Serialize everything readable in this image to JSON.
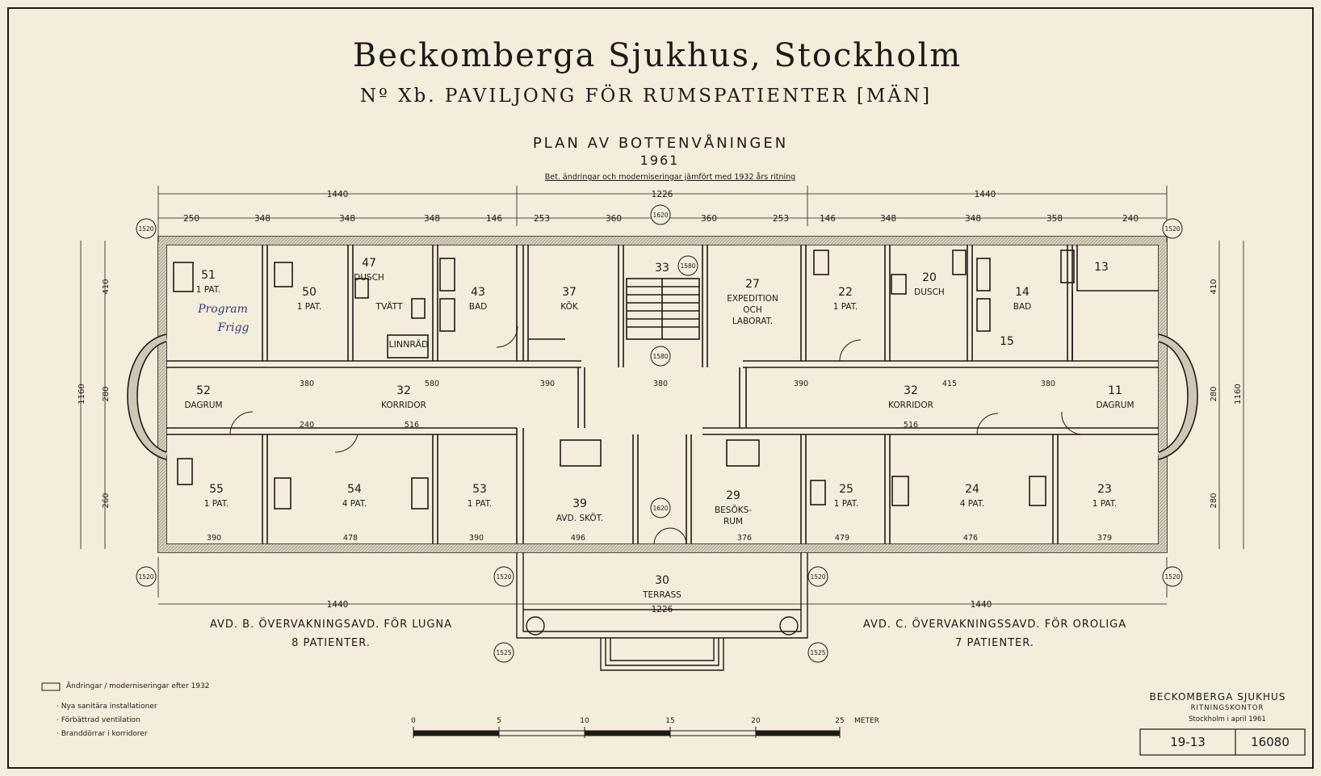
{
  "header": {
    "title": "Beckomberga Sjukhus, Stockholm",
    "subtitle": "Nº Xb. PAVILJONG FÖR RUMSPATIENTER [MÄN]",
    "plan_title": "PLAN AV BOTTENVÅNINGEN",
    "year": "1961",
    "note": "Bet. ändringar och moderniseringar jämfört med 1932 års ritning"
  },
  "rooms": [
    {
      "id": "r51",
      "label": "51",
      "sub": "1 PAT."
    },
    {
      "id": "r50",
      "label": "50",
      "sub": "1 PAT."
    },
    {
      "id": "r47",
      "label": "47",
      "sub": "DUSCH"
    },
    {
      "id": "r47b",
      "label": "TVÄTT",
      "sub": ""
    },
    {
      "id": "r47c",
      "label": "LINNRÄD",
      "sub": ""
    },
    {
      "id": "r43",
      "label": "43",
      "sub": "BAD"
    },
    {
      "id": "r37",
      "label": "37",
      "sub": "KÖK"
    },
    {
      "id": "r33",
      "label": "33",
      "sub": ""
    },
    {
      "id": "r27",
      "label": "27",
      "sub": "EXPEDITION",
      "sub2": "OCH",
      "sub3": "LABORAT."
    },
    {
      "id": "r22",
      "label": "22",
      "sub": "1 PAT."
    },
    {
      "id": "r20",
      "label": "20",
      "sub": "DUSCH"
    },
    {
      "id": "r14",
      "label": "14",
      "sub": "BAD"
    },
    {
      "id": "r15",
      "label": "15",
      "sub": ""
    },
    {
      "id": "r13",
      "label": "13",
      "sub": ""
    },
    {
      "id": "r52",
      "label": "52",
      "sub": "DAGRUM"
    },
    {
      "id": "r32a",
      "label": "32",
      "sub": "KORRIDOR"
    },
    {
      "id": "r32b",
      "label": "32",
      "sub": "KORRIDOR"
    },
    {
      "id": "r11",
      "label": "11",
      "sub": "DAGRUM"
    },
    {
      "id": "r55",
      "label": "55",
      "sub": "1 PAT."
    },
    {
      "id": "r54",
      "label": "54",
      "sub": "4 PAT."
    },
    {
      "id": "r53",
      "label": "53",
      "sub": "1 PAT."
    },
    {
      "id": "r39",
      "label": "39",
      "sub": "AVD. SKÖT."
    },
    {
      "id": "r29",
      "label": "29",
      "sub": "BESÖKS-",
      "sub2": "RUM"
    },
    {
      "id": "r25",
      "label": "25",
      "sub": "1 PAT."
    },
    {
      "id": "r24",
      "label": "24",
      "sub": "4 PAT."
    },
    {
      "id": "r23",
      "label": "23",
      "sub": "1 PAT."
    },
    {
      "id": "r30",
      "label": "30",
      "sub": "TERRASS"
    }
  ],
  "handwriting": [
    "Program",
    "Frigg"
  ],
  "dimensions": {
    "overall_left": "1440",
    "overall_center": "1226",
    "overall_right": "1440",
    "top_row": [
      "250",
      "348",
      "348",
      "348",
      "146",
      "253",
      "360",
      "360",
      "253",
      "146",
      "348",
      "348",
      "358",
      "240"
    ],
    "corridor_top": [
      "380",
      "580",
      "390",
      "380",
      "390",
      "415",
      "380"
    ],
    "corridor_bottom": [
      "240",
      "516",
      "516"
    ],
    "bottom_row": [
      "390",
      "478",
      "390",
      "496",
      "376",
      "479",
      "476",
      "379"
    ],
    "bottom_left": "1440",
    "bottom_center": "1226",
    "bottom_right": "1440",
    "vertical_left": [
      "410",
      "280",
      "260"
    ],
    "vertical_left_total": "1160",
    "vertical_right": [
      "410",
      "280",
      "280"
    ],
    "vertical_right_total": "1160"
  },
  "level_markers": [
    "1520",
    "1620",
    "1580",
    "1580",
    "1620",
    "1520",
    "1525",
    "1525"
  ],
  "departments": {
    "left_line1": "AVD. B. ÖVERVAKNINGSAVD. FÖR LUGNA",
    "left_line2": "8 PATIENTER.",
    "right_line1": "AVD. C. ÖVERVAKNINGSSAVD. FÖR OROLIGA",
    "right_line2": "7 PATIENTER."
  },
  "legend": {
    "box_label": "Ändringar / moderniseringar efter 1932",
    "items": [
      "Nya sanitära installationer",
      "Förbättrad ventilation",
      "Branddörrar i korridorer"
    ]
  },
  "scale": {
    "ticks": [
      "0",
      "5",
      "10",
      "15",
      "20",
      "25"
    ],
    "unit": "METER"
  },
  "title_block": {
    "office1": "BECKOMBERGA SJUKHUS",
    "office2": "RITNINGSKONTOR",
    "place_date": "Stockholm i april 1961",
    "drawing_no_a": "19-13",
    "drawing_no_b": "16080"
  },
  "colors": {
    "paper": "#f4eddc",
    "ink": "#1c1a17",
    "wall_fill": "#cfc7b4",
    "handwriting": "#2f3e78"
  }
}
